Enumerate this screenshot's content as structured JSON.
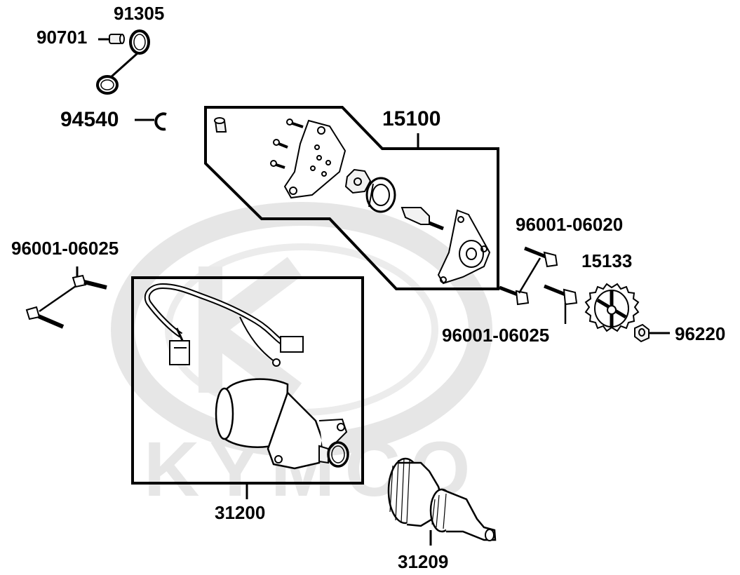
{
  "watermark": {
    "brand": "KYMCO"
  },
  "colors": {
    "line": "#000000",
    "watermark": "#e6e6e6",
    "part_fill": "#f2f2f2"
  },
  "parts": {
    "p91305": "91305",
    "p90701": "90701",
    "p94540": "94540",
    "p15100": "15100",
    "p96001_06020": "96001-06020",
    "p96001_06025_left": "96001-06025",
    "p15133": "15133",
    "p96001_06025_right": "96001-06025",
    "p96220": "96220",
    "p31200": "31200",
    "p31209": "31209"
  }
}
